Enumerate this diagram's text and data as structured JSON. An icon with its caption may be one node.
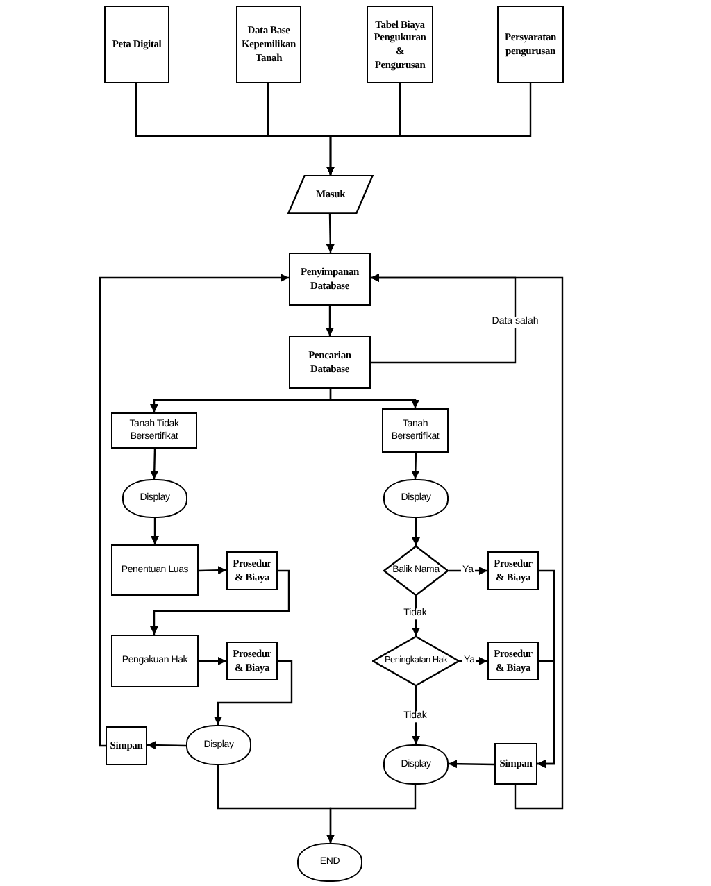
{
  "diagram": {
    "nodes": [
      {
        "text": [
          "Peta Digital"
        ]
      },
      {
        "text": [
          "Data Base Kepemilikan Tanah"
        ]
      },
      {
        "text": [
          "Tabel Biaya Pengukuran & Pengurusan"
        ]
      },
      {
        "text": [
          "Persyaratan pengurusan"
        ]
      },
      {
        "text": [
          "Masuk"
        ]
      },
      {
        "text": [
          "Penyimpanan Database"
        ]
      },
      {
        "text": [
          "Pencarian Database"
        ]
      },
      {
        "text": [
          "Tanah Tidak Bersertifikat"
        ]
      },
      {
        "text": [
          "Tanah Bersertifikat"
        ]
      },
      {
        "text": [
          "Display"
        ]
      },
      {
        "text": [
          "Penentuan Luas"
        ]
      },
      {
        "text": [
          "Prosedur & Biaya"
        ]
      },
      {
        "text": [
          "Pengakuan Hak"
        ]
      },
      {
        "text": [
          "Prosedur & Biaya"
        ]
      },
      {
        "text": [
          "Simpan"
        ]
      },
      {
        "text": [
          "Display"
        ]
      },
      {
        "text": [
          "Display"
        ]
      },
      {
        "text": [
          "Balik Nama"
        ]
      },
      {
        "text": [
          "Prosedur & Biaya"
        ]
      },
      {
        "text": [
          "Peningkatan Hak"
        ]
      },
      {
        "text": [
          "Prosedur & Biaya"
        ]
      },
      {
        "text": [
          "Display"
        ]
      },
      {
        "text": [
          "Simpan"
        ]
      },
      {
        "text": [
          "END"
        ]
      }
    ],
    "edges": [
      {
        "from": 0,
        "to": 4,
        "arrow": "to"
      },
      {
        "from": 1,
        "to": 4,
        "arrow": "to"
      },
      {
        "from": 2,
        "to": 4,
        "arrow": "to"
      },
      {
        "from": 3,
        "to": 4,
        "arrow": "to"
      },
      {
        "from": 4,
        "to": 5,
        "arrow": "to"
      },
      {
        "from": 5,
        "to": 6,
        "arrow": "to"
      },
      {
        "from": 6,
        "to": 5,
        "arrow": "to",
        "label": "Data salah"
      },
      {
        "from": 6,
        "to": 7,
        "arrow": "to"
      },
      {
        "from": 6,
        "to": 8,
        "arrow": "to"
      },
      {
        "from": 7,
        "to": 9,
        "arrow": "to"
      },
      {
        "from": 9,
        "to": 10,
        "arrow": "to"
      },
      {
        "from": 10,
        "to": 11,
        "arrow": "to"
      },
      {
        "from": 11,
        "to": 12,
        "arrow": "to"
      },
      {
        "from": 12,
        "to": 13,
        "arrow": "to"
      },
      {
        "from": 13,
        "to": 15,
        "arrow": "to"
      },
      {
        "from": 15,
        "to": 14,
        "arrow": "to"
      },
      {
        "from": 14,
        "to": 5,
        "arrow": "to"
      },
      {
        "from": 15,
        "to": 23,
        "arrow": "to"
      },
      {
        "from": 8,
        "to": 16,
        "arrow": "to"
      },
      {
        "from": 16,
        "to": 17,
        "arrow": "to"
      },
      {
        "from": 17,
        "to": 18,
        "arrow": "to",
        "label": "Ya"
      },
      {
        "from": 17,
        "to": 19,
        "arrow": "to",
        "label": "Tidak"
      },
      {
        "from": 19,
        "to": 20,
        "arrow": "to",
        "label": "Ya"
      },
      {
        "from": 19,
        "to": 21,
        "arrow": "to",
        "label": "Tidak"
      },
      {
        "from": 18,
        "to": 22,
        "arrow": "to"
      },
      {
        "from": 20,
        "to": 22,
        "arrow": "to"
      },
      {
        "from": 22,
        "to": 21,
        "arrow": "to"
      },
      {
        "from": 22,
        "to": 5,
        "arrow": "to"
      },
      {
        "from": 21,
        "to": 23,
        "arrow": "to"
      }
    ]
  }
}
